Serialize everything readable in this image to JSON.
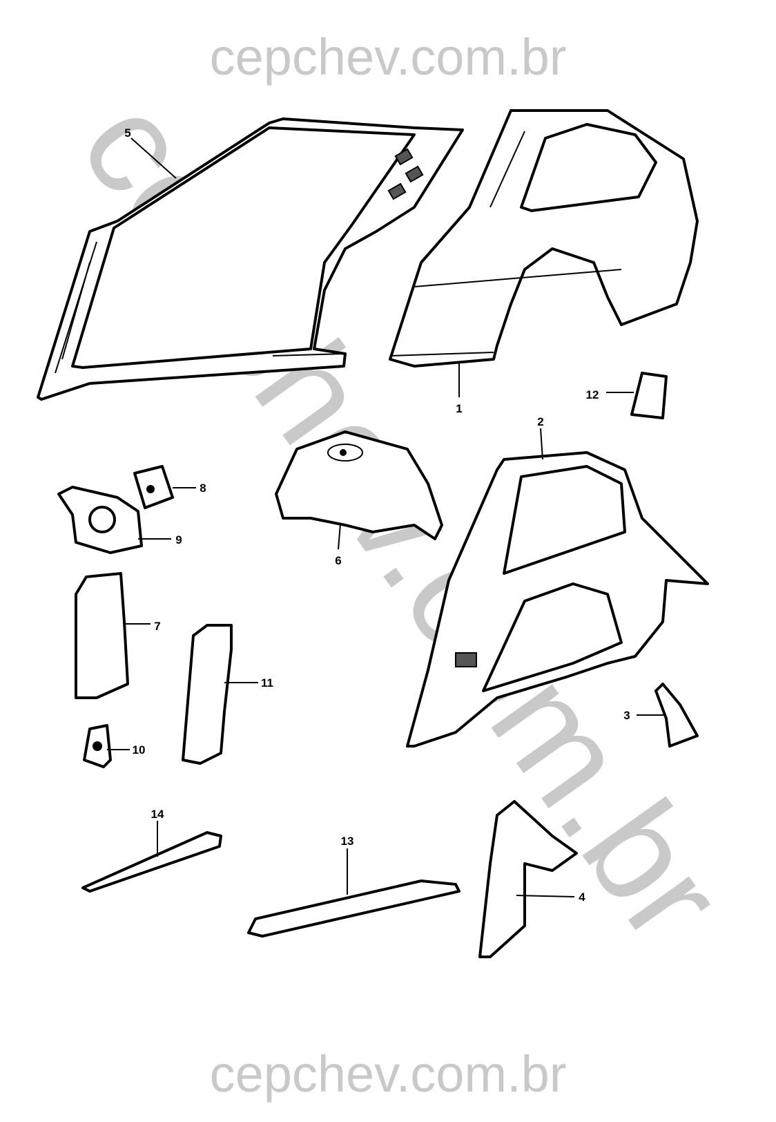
{
  "watermark": {
    "top": "cepchev.com.br",
    "bottom": "cepchev.com.br",
    "diagonal": "cepchev.com.br"
  },
  "callouts": [
    "1",
    "2",
    "3",
    "4",
    "5",
    "6",
    "7",
    "8",
    "9",
    "10",
    "11",
    "12",
    "13",
    "14"
  ]
}
